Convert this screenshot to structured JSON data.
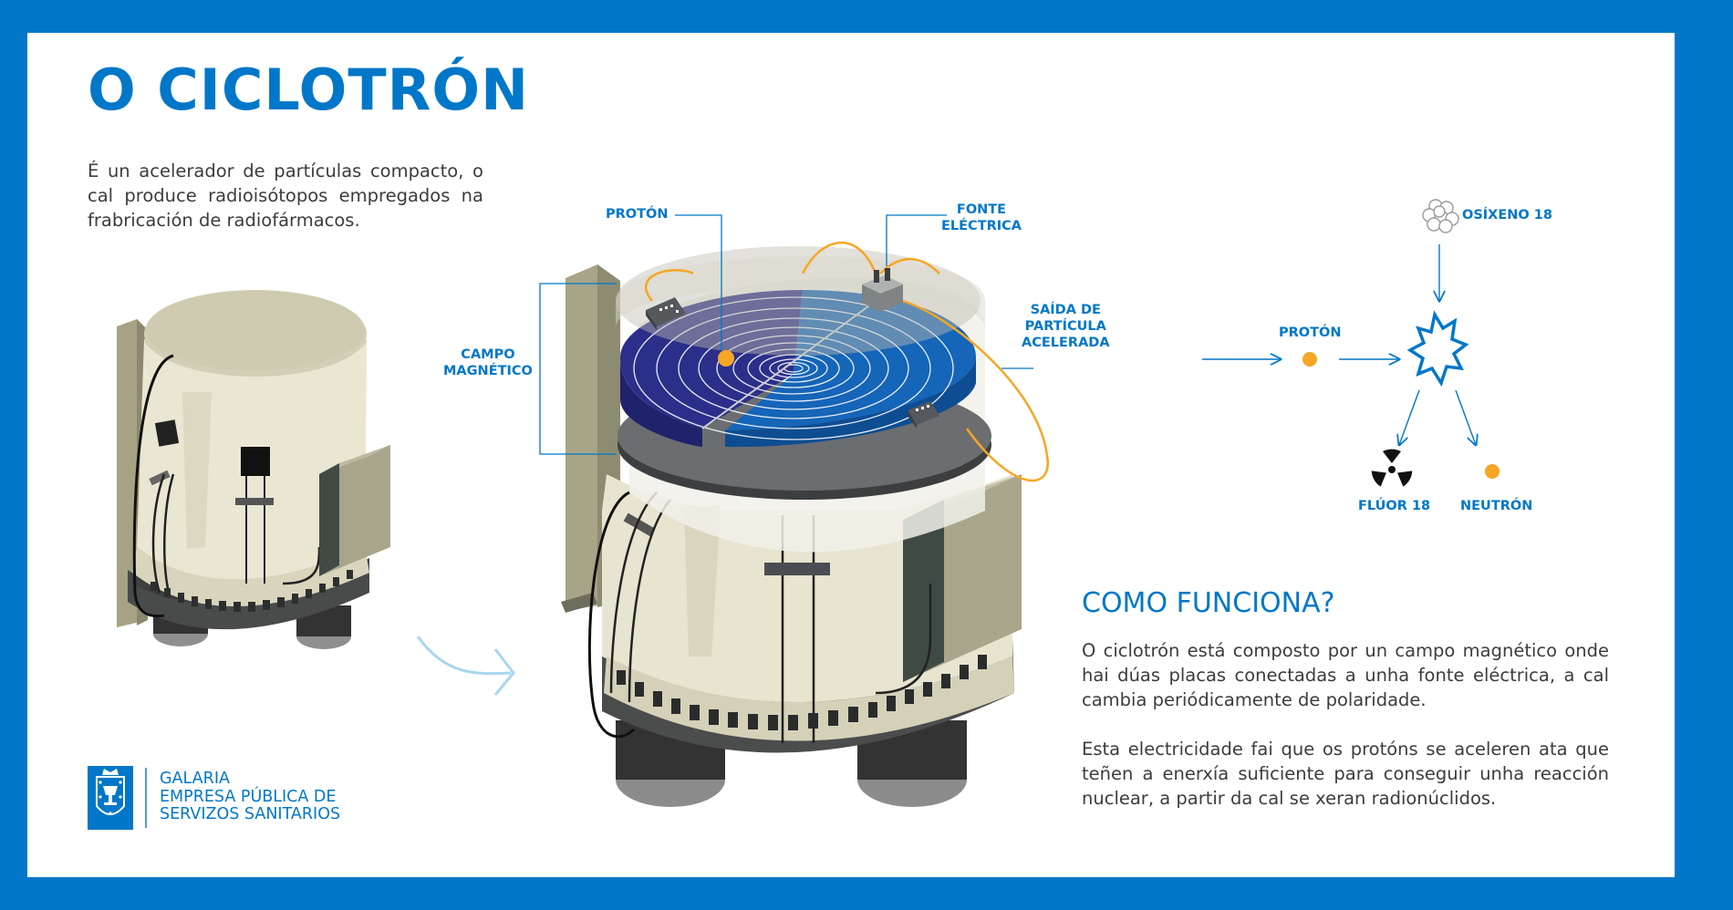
{
  "title": "O CICLOTRÓN",
  "intro": "É un acelerador de partículas compacto, o cal produce radioisótopos empregados na frabricación de radiofármacos.",
  "diagram_labels": {
    "proton": "PROTÓN",
    "power_source": "FONTE\nELÉCTRICA",
    "magnetic_field": "CAMPO\nMAGNÉTICO",
    "particle_exit": "SAÍDA DE\nPARTÍCULA\nACELERADA"
  },
  "reaction": {
    "oxygen": "OSÍXENO 18",
    "proton": "PROTÓN",
    "fluorine": "FLÚOR 18",
    "neutron": "NEUTRÓN"
  },
  "how_it_works": {
    "title": "COMO FUNCIONA?",
    "paragraph_1": "O ciclotrón está composto por un campo magnético onde hai dúas placas conectadas a unha fonte eléctrica, a cal cambia periódicamente de polaridade.",
    "paragraph_2": "Esta electricidade fai que os protóns se aceleren ata que teñen a enerxía suficiente para conseguir unha reacción nuclear, a partir da cal se xeran radionúclidos."
  },
  "logo": {
    "line_1": "GALARIA",
    "line_2": "EMPRESA PÚBLICA DE",
    "line_3": "SERVIZOS SANITARIOS"
  },
  "colors": {
    "brand_blue": "#0077c8",
    "proton_orange": "#f6a623",
    "machine_beige": "#e6e3cf",
    "dee_navy": "#2b2f86",
    "dee_blue": "#1565b8"
  },
  "icons": [
    "radiation-icon",
    "explosion-icon",
    "oxygen-atom-icon",
    "galician-coat-of-arms-icon",
    "curved-arrow-icon"
  ]
}
